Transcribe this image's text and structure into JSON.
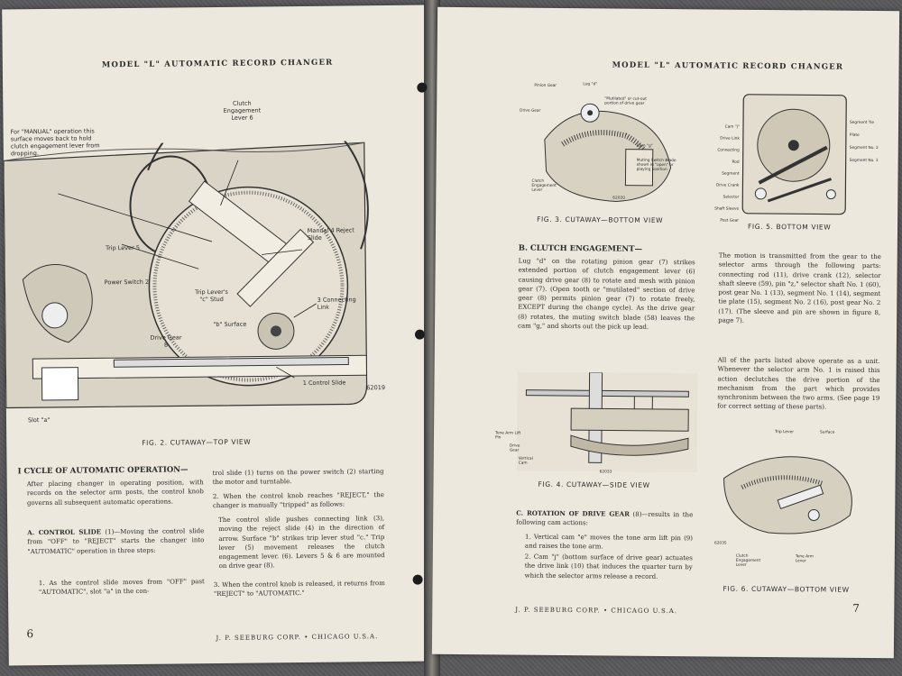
{
  "left_page": {
    "header": "MODEL \"L\" AUTOMATIC RECORD CHANGER",
    "fig2": {
      "caption": "FIG. 2. CUTAWAY—TOP VIEW",
      "number": "62019",
      "labels": {
        "manual_note": "For \"MANUAL\" operation this surface moves back to hold clutch engagement lever from dropping.",
        "clutch_lever": "Clutch Engagement Lever 6",
        "trip_lever": "Trip Lever 5",
        "manual_reject": "Manual 4 Reject Slide",
        "power_switch": "Power Switch 2",
        "trip_stud": "Trip Lever's \"c\" Stud",
        "connecting_link": "3 Connecting Link",
        "surface_b": "\"b\" Surface",
        "drive_gear": "Drive Gear 8",
        "control_slide": "1 Control Slide",
        "slot_a": "Slot \"a\""
      }
    },
    "section_title": "I CYCLE OF AUTOMATIC OPERATION—",
    "col1": {
      "intro": "After placing changer in operating position, with records on the selector arm posts, the control knob governs all subsequent automatic operations.",
      "subhead": "A. CONTROL SLIDE",
      "subhead_rest": "(1)—Moving the control slide from \"OFF\" to \"REJECT\" starts the changer into \"AUTOMATIC\" operation in three steps:",
      "step1": "1. As the control slide moves from \"OFF\" past \"AUTOMATIC\", slot \"a\" in the con-"
    },
    "col2": {
      "p1": "trol slide (1) turns on the power switch (2) starting the motor and turntable.",
      "p2": "2. When the control knob reaches \"REJECT,\" the changer is manually \"tripped\" as follows:",
      "p3": "The control slide pushes connecting link (3), moving the reject slide (4) in the direction of arrow. Surface \"b\" strikes trip lever stud \"c.\" Trip lever (5) movement releases the clutch engagement lever. (6). Levers 5 & 6 are mounted on drive gear (8).",
      "p4": "3. When the control knob is released, it returns from \"REJECT\" to \"AUTOMATIC.\""
    },
    "page_number": "6",
    "footer": "J. P. SEEBURG CORP. • CHICAGO U.S.A."
  },
  "right_page": {
    "header": "MODEL \"L\" AUTOMATIC RECORD CHANGER",
    "fig3": {
      "caption": "FIG. 3. CUTAWAY—BOTTOM VIEW",
      "labels": [
        "Pinion Gear",
        "Lug \"d\"",
        "Drive Gear",
        "\"Mutilated\" or cut-out portion of drive gear",
        "Cam \"g\"",
        "Muting Switch Blade shown in \"open\" or playing position",
        "Clutch Engagement Lever"
      ],
      "number": "62020"
    },
    "fig5": {
      "caption": "FIG. 5. BOTTOM VIEW",
      "labels_left": [
        "Cam \"j\"",
        "Drive Link",
        "Connecting Rod",
        "Segment",
        "Drive Crank",
        "Selector Shaft Sleeve",
        "Post Gear"
      ],
      "labels_right": [
        "Segment Tie Plate",
        "Segment No. 2",
        "Segment No. 1"
      ]
    },
    "sectionB": {
      "title": "B. CLUTCH ENGAGEMENT—",
      "text": "Lug \"d\" on the rotating pinion gear (7) strikes extended portion of clutch engagement lever (6) causing drive gear (8) to rotate and mesh with pinion gear (7). (Open tooth or \"mutilated\" section of drive gear (8) permits pinion gear (7) to rotate freely, EXCEPT during the change cycle). As the drive gear (8) rotates, the muting switch blade (58) leaves the cam \"g,\" and shorts out the pick up lead."
    },
    "right_col": {
      "p1": "The motion is transmitted from the gear to the selector arms through the following parts: connecting rod (11), drive crank (12), selector shaft sleeve (59), pin \"z,\" selector shaft No. 1 (60), post gear No. 1 (13), segment No. 1 (14), segment tie plate (15), segment No. 2 (16), post gear No. 2 (17). (The sleeve and pin are shown in figure 8, page 7).",
      "p2": "All of the parts listed above operate as a unit. Whenever the selector arm No. 1 is raised this action declutches the drive portion of the mechanism from the part which provides synchronism between the two arms. (See page 19 for correct setting of these parts)."
    },
    "fig4": {
      "caption": "FIG. 4. CUTAWAY—SIDE VIEW",
      "labels": [
        "Tone Arm Lift Pin",
        "Drive Gear",
        "Vertical Cam"
      ],
      "number": "62033"
    },
    "sectionC": {
      "title": "C. ROTATION OF DRIVE GEAR",
      "title_rest": "(8)—results in the following cam actions:",
      "item1": "1. Vertical cam \"e\" moves the tone arm lift pin (9) and raises the tone arm.",
      "item2": "2. Cam \"j\" (bottom surface of drive gear) actuates the drive link (10) that induces the quarter turn by which the selector arms release a record."
    },
    "fig6": {
      "caption": "FIG. 6. CUTAWAY—BOTTOM VIEW",
      "labels": [
        "Trip Lever",
        "Surface",
        "Clutch Engagement Lever",
        "Tone Arm Lever"
      ],
      "number": "62035"
    },
    "page_number": "7",
    "footer": "J. P. SEEBURG CORP. • CHICAGO U.S.A."
  },
  "colors": {
    "paper": "#ece8dd",
    "ink": "#2b2b2b",
    "background": "#5a5a5c"
  }
}
